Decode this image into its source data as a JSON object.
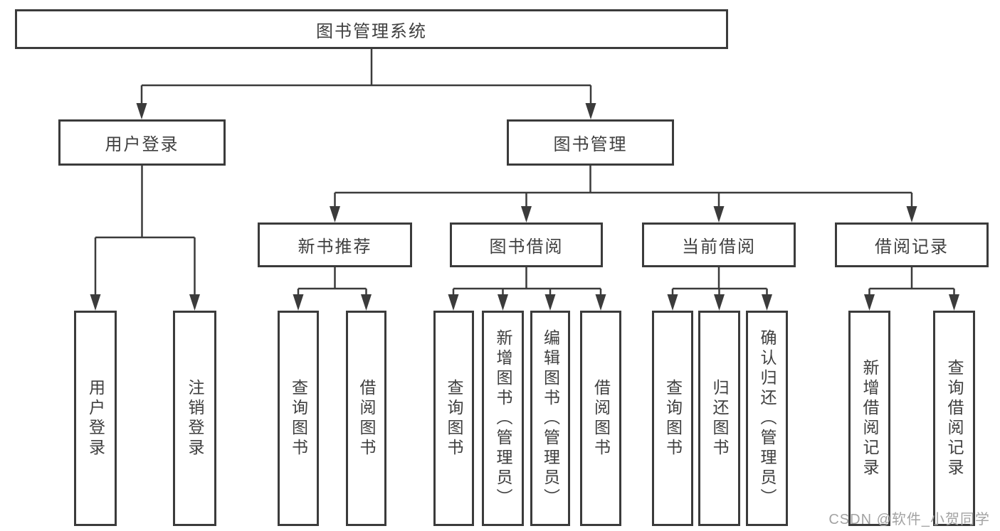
{
  "diagram": {
    "title": "图书管理系统",
    "root": {
      "label": "图书管理系统"
    },
    "level2": [
      {
        "label": "用户登录"
      },
      {
        "label": "图书管理"
      }
    ],
    "level3": [
      {
        "label": "新书推荐"
      },
      {
        "label": "图书借阅"
      },
      {
        "label": "当前借阅"
      },
      {
        "label": "借阅记录"
      }
    ],
    "leaves": [
      {
        "label": "用户登录"
      },
      {
        "label": "注销登录"
      },
      {
        "label": "查询图书"
      },
      {
        "label": "借阅图书"
      },
      {
        "label": "查询图书"
      },
      {
        "label": "新增图书（管理员）"
      },
      {
        "label": "编辑图书（管理员）"
      },
      {
        "label": "借阅图书"
      },
      {
        "label": "查询图书"
      },
      {
        "label": "归还图书"
      },
      {
        "label": "确认归还（管理员）"
      },
      {
        "label": "新增借阅记录"
      },
      {
        "label": "查询借阅记录"
      }
    ]
  },
  "watermark": {
    "text": "CSDN @软件_小贺同学"
  },
  "colors": {
    "line": "#3b3b3b",
    "text": "#3f3f3f",
    "background": "#ffffff",
    "watermark": "#a3a3a3"
  }
}
